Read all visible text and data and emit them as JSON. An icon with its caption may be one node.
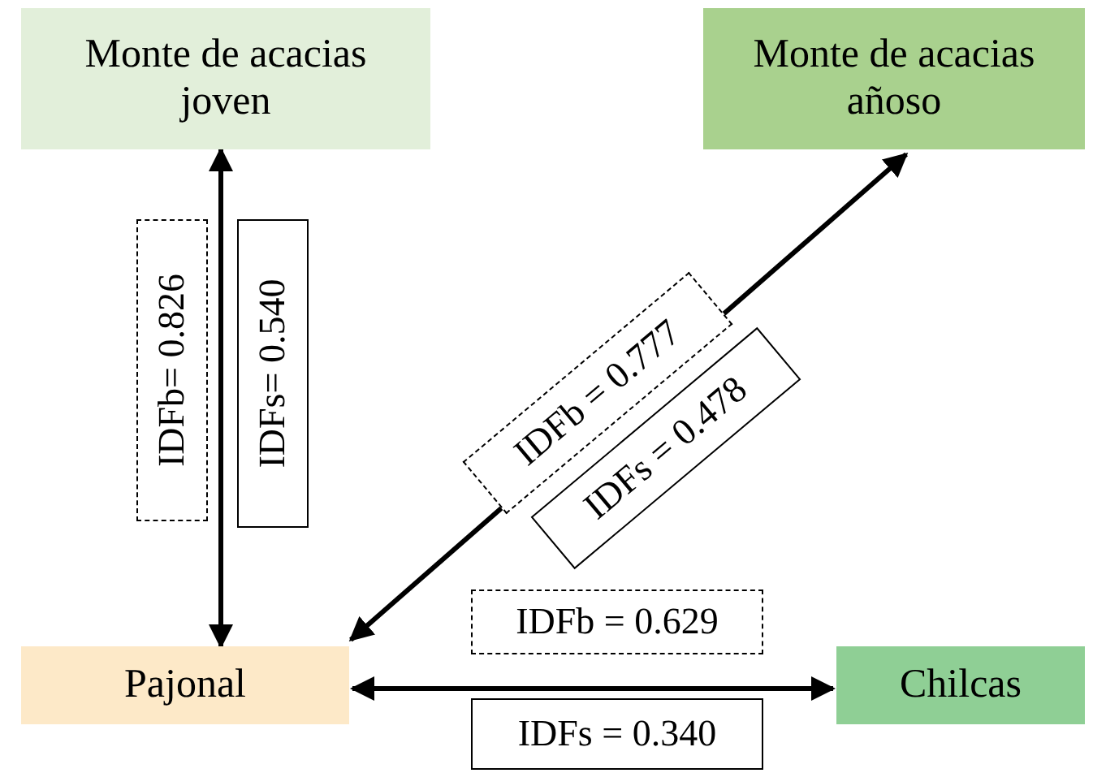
{
  "diagram": {
    "nodes": [
      {
        "text": [
          "Monte de acacias joven"
        ]
      },
      {
        "text": [
          "Monte de acacias añoso"
        ]
      },
      {
        "text": [
          "Pajonal"
        ]
      },
      {
        "text": [
          "Chilcas"
        ]
      }
    ],
    "edges": [
      {
        "from": 0,
        "to": 2,
        "arrow": "both"
      },
      {
        "from": 2,
        "to": 1,
        "arrow": "both"
      },
      {
        "from": 2,
        "to": 3,
        "arrow": "both"
      }
    ],
    "labels": [
      "IDFb= 0.826",
      "IDFs= 0.540",
      "IDFb = 0.777",
      "IDFs = 0.478",
      "IDFb = 0.629",
      "IDFs = 0.340"
    ]
  }
}
